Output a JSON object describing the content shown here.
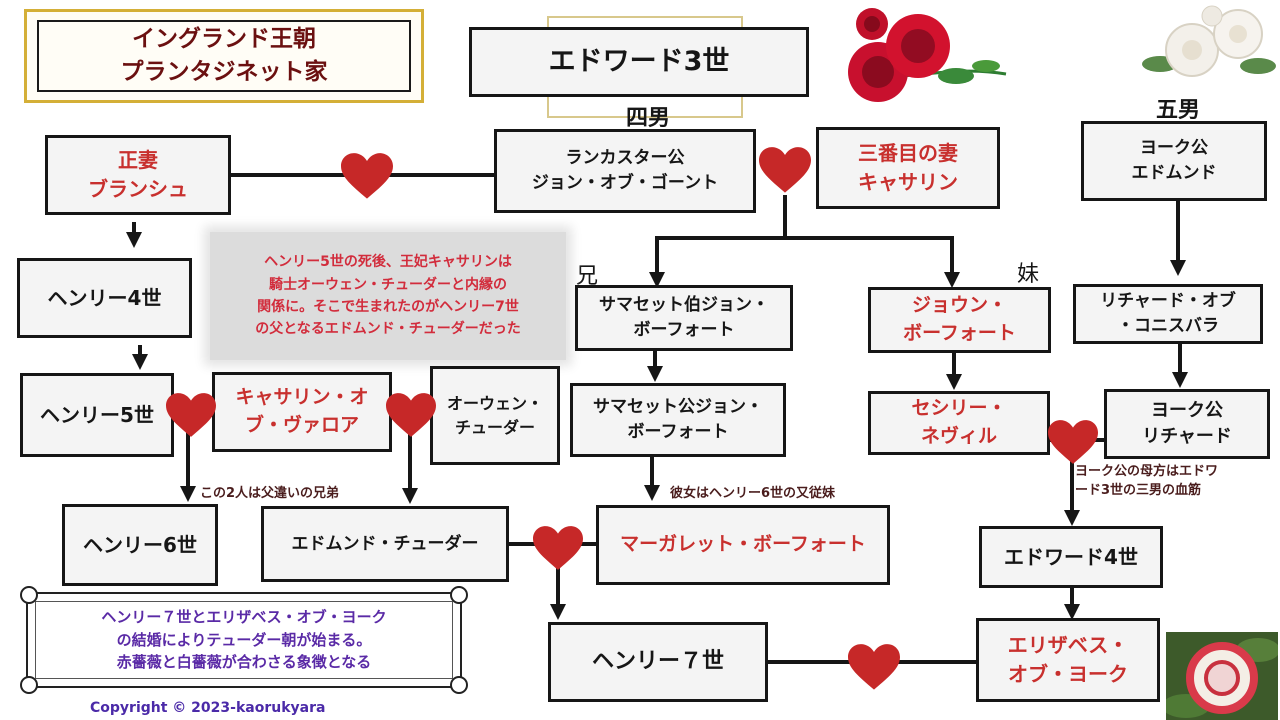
{
  "title": {
    "line1": "イングランド王朝",
    "line2": "プランタジネット家"
  },
  "root": "エドワード3世",
  "labels": {
    "fourth_son": "四男",
    "fifth_son": "五男",
    "elder_brother": "兄",
    "younger_sister": "妹"
  },
  "persons": {
    "blanche": {
      "line1": "正妻",
      "line2": "ブランシュ"
    },
    "gaunt": {
      "line1": "ランカスター公",
      "line2": "ジョン・オブ・ゴーント"
    },
    "katherine": {
      "line1": "三番目の妻",
      "line2": "キャサリン"
    },
    "york_edmund": {
      "line1": "ヨーク公",
      "line2": "エドムンド"
    },
    "henry4": "ヘンリー4世",
    "henry5": "ヘンリー5世",
    "catherine_valois": {
      "line1": "キャサリン・オ",
      "line2": "ブ・ヴァロア"
    },
    "owen_tudor": {
      "line1": "オーウェン・",
      "line2": "チューダー"
    },
    "somerset_earl": {
      "line1": "サマセット伯ジョン・",
      "line2": "ボーフォート"
    },
    "somerset_duke": {
      "line1": "サマセット公ジョン・",
      "line2": "ボーフォート"
    },
    "joan": {
      "line1": "ジョウン・",
      "line2": "ボーフォート"
    },
    "cecily": {
      "line1": "セシリー・",
      "line2": "ネヴィル"
    },
    "cambridge": {
      "line1": "リチャード・オブ",
      "line2": "・コニスバラ"
    },
    "york_richard": {
      "line1": "ヨーク公",
      "line2": "リチャード"
    },
    "henry6": "ヘンリー6世",
    "edmund_tudor": "エドムンド・チューダー",
    "margaret": "マーガレット・ボーフォート",
    "edward4": "エドワード4世",
    "henry7": "ヘンリー７世",
    "elizabeth": {
      "line1": "エリザベス・",
      "line2": "オブ・ヨーク"
    }
  },
  "callout": {
    "line1": "ヘンリー5世の死後、王妃キャサリンは",
    "line2": "騎士オーウェン・チューダーと内縁の",
    "line3": "関係に。そこで生まれたのがヘンリー7世",
    "line4": "の父となるエドムンド・チューダーだった"
  },
  "notes": {
    "half_brothers": "この2人は父違いの兄弟",
    "margaret_cousin": "彼女はヘンリー6世の又従妹",
    "york_mother": {
      "line1": "ヨーク公の母方はエドワ",
      "line2": "ード3世の三男の血筋"
    }
  },
  "bottom_note": {
    "line1": "ヘンリー７世とエリザベス・オブ・ヨーク",
    "line2": "の結婚によりテューダー朝が始まる。",
    "line3": "赤薔薇と白薔薇が合わさる象徴となる"
  },
  "copyright": "Copyright © 2023-kaorukyara",
  "colors": {
    "heart": "#c62828",
    "accent_red": "#c8302e",
    "purple": "#5a2aa6",
    "gold": "#d4af37"
  }
}
